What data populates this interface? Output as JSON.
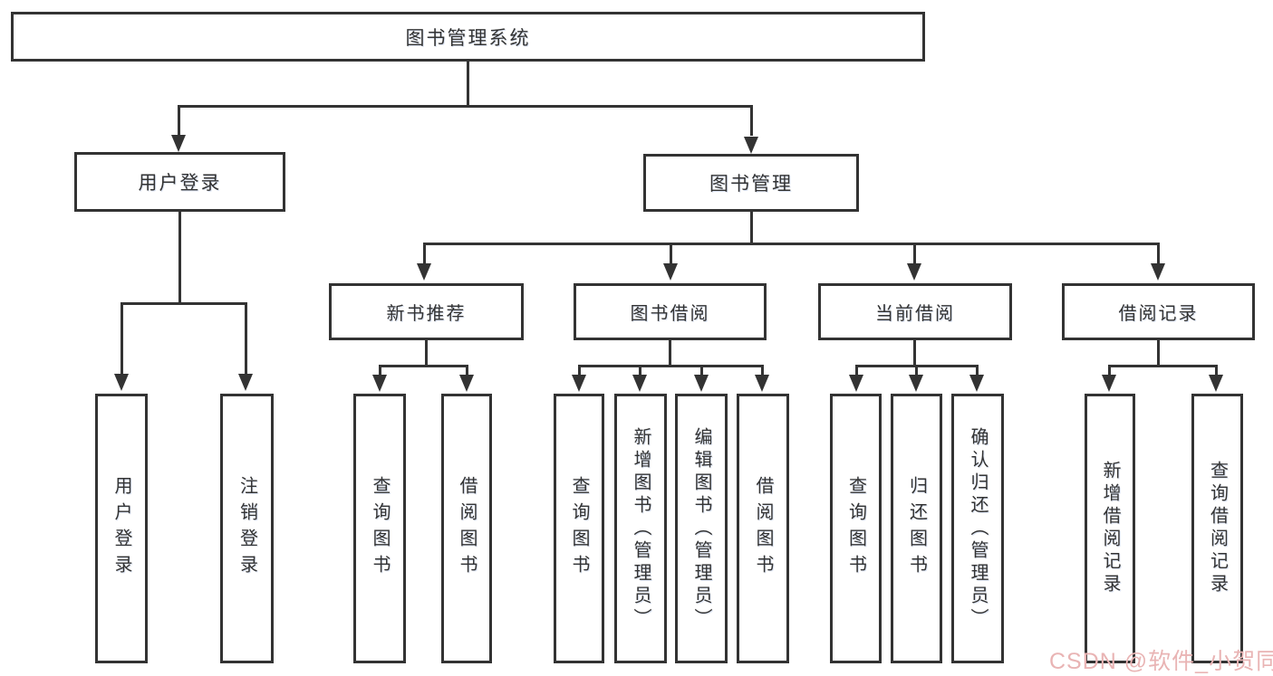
{
  "diagram": {
    "title": "图书管理系统",
    "root": {
      "label": "图书管理系统"
    },
    "level2": {
      "user_login": {
        "label": "用户登录"
      },
      "book_mgmt": {
        "label": "图书管理"
      }
    },
    "level3": {
      "new_book_rec": {
        "label": "新书推荐"
      },
      "book_borrow": {
        "label": "图书借阅"
      },
      "current_borrow": {
        "label": "当前借阅"
      },
      "borrow_records": {
        "label": "借阅记录"
      }
    },
    "leaves": {
      "user_login_leaf": {
        "label": "用户登录"
      },
      "logout_leaf": {
        "label": "注销登录"
      },
      "rec_query_books": {
        "label": "查询图书"
      },
      "rec_borrow_books": {
        "label": "借阅图书"
      },
      "bb_query_books": {
        "label": "查询图书"
      },
      "bb_add_books": {
        "label": "新增图书（管理员）"
      },
      "bb_edit_books": {
        "label": "编辑图书（管理员）"
      },
      "bb_borrow_books": {
        "label": "借阅图书"
      },
      "cb_query_books": {
        "label": "查询图书"
      },
      "cb_return_books": {
        "label": "归还图书"
      },
      "cb_confirm_return": {
        "label": "确认归还（管理员）"
      },
      "br_add_record": {
        "label": "新增借阅记录"
      },
      "br_query_record": {
        "label": "查询借阅记录"
      }
    },
    "watermark": "CSDN @软件_小贺同学",
    "colors": {
      "line": "#333333",
      "text": "#333333",
      "background": "#ffffff",
      "watermark": "#e9b4b4"
    }
  }
}
